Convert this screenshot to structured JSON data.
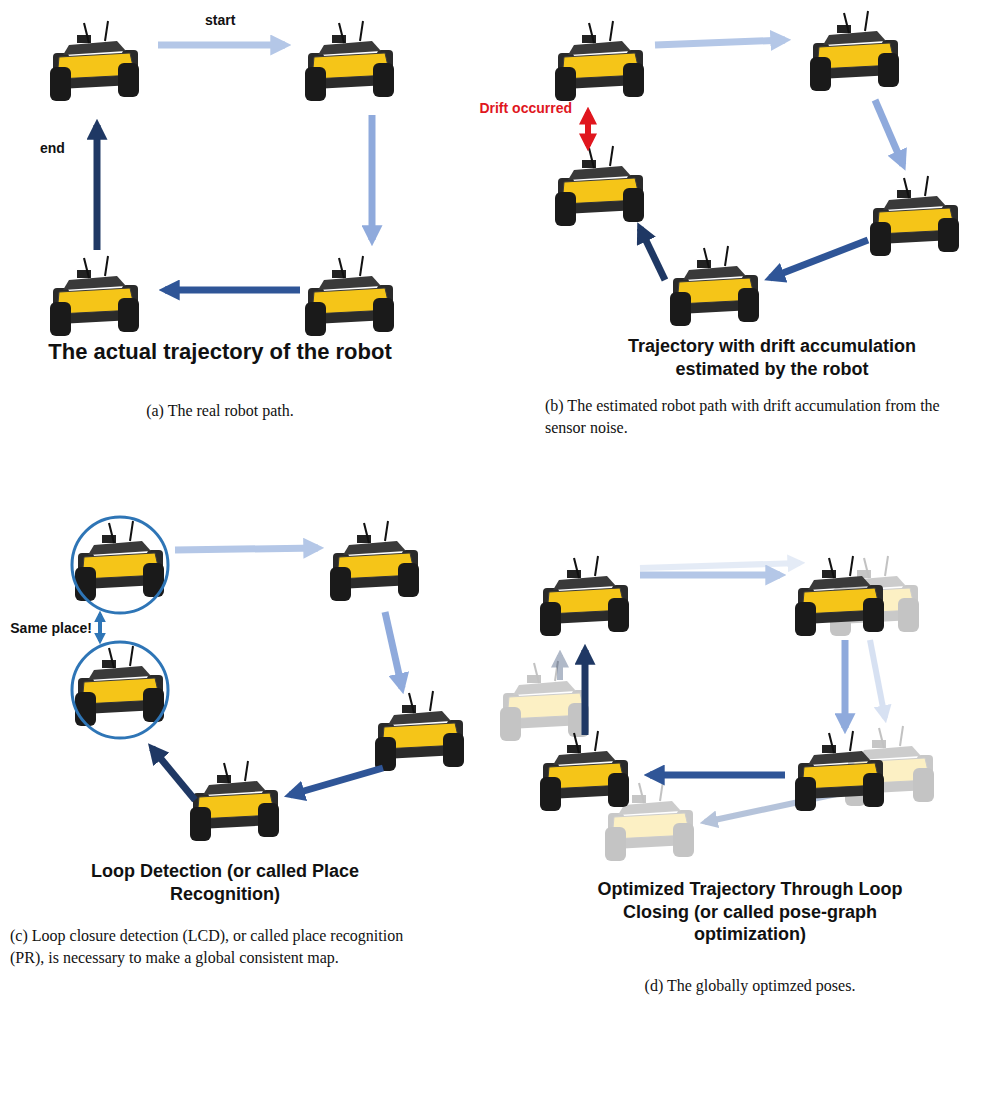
{
  "diagram": {
    "labels": [
      "start",
      "end",
      "The actual trajectory of the robot",
      "(a) The real robot path.",
      "Drift occurred",
      "Trajectory with drift accumulation estimated by the robot",
      "(b) The estimated robot path with drift accumulation from the sensor noise.",
      "Same place!",
      "Loop Detection (or called Place Recognition)",
      "(c) Loop closure detection (LCD), or called place recognition (PR), is necessary to make a global consistent map.",
      "Optimized Trajectory Through Loop Closing (or called pose-graph optimization)",
      "(d) The globally optimzed poses."
    ]
  }
}
